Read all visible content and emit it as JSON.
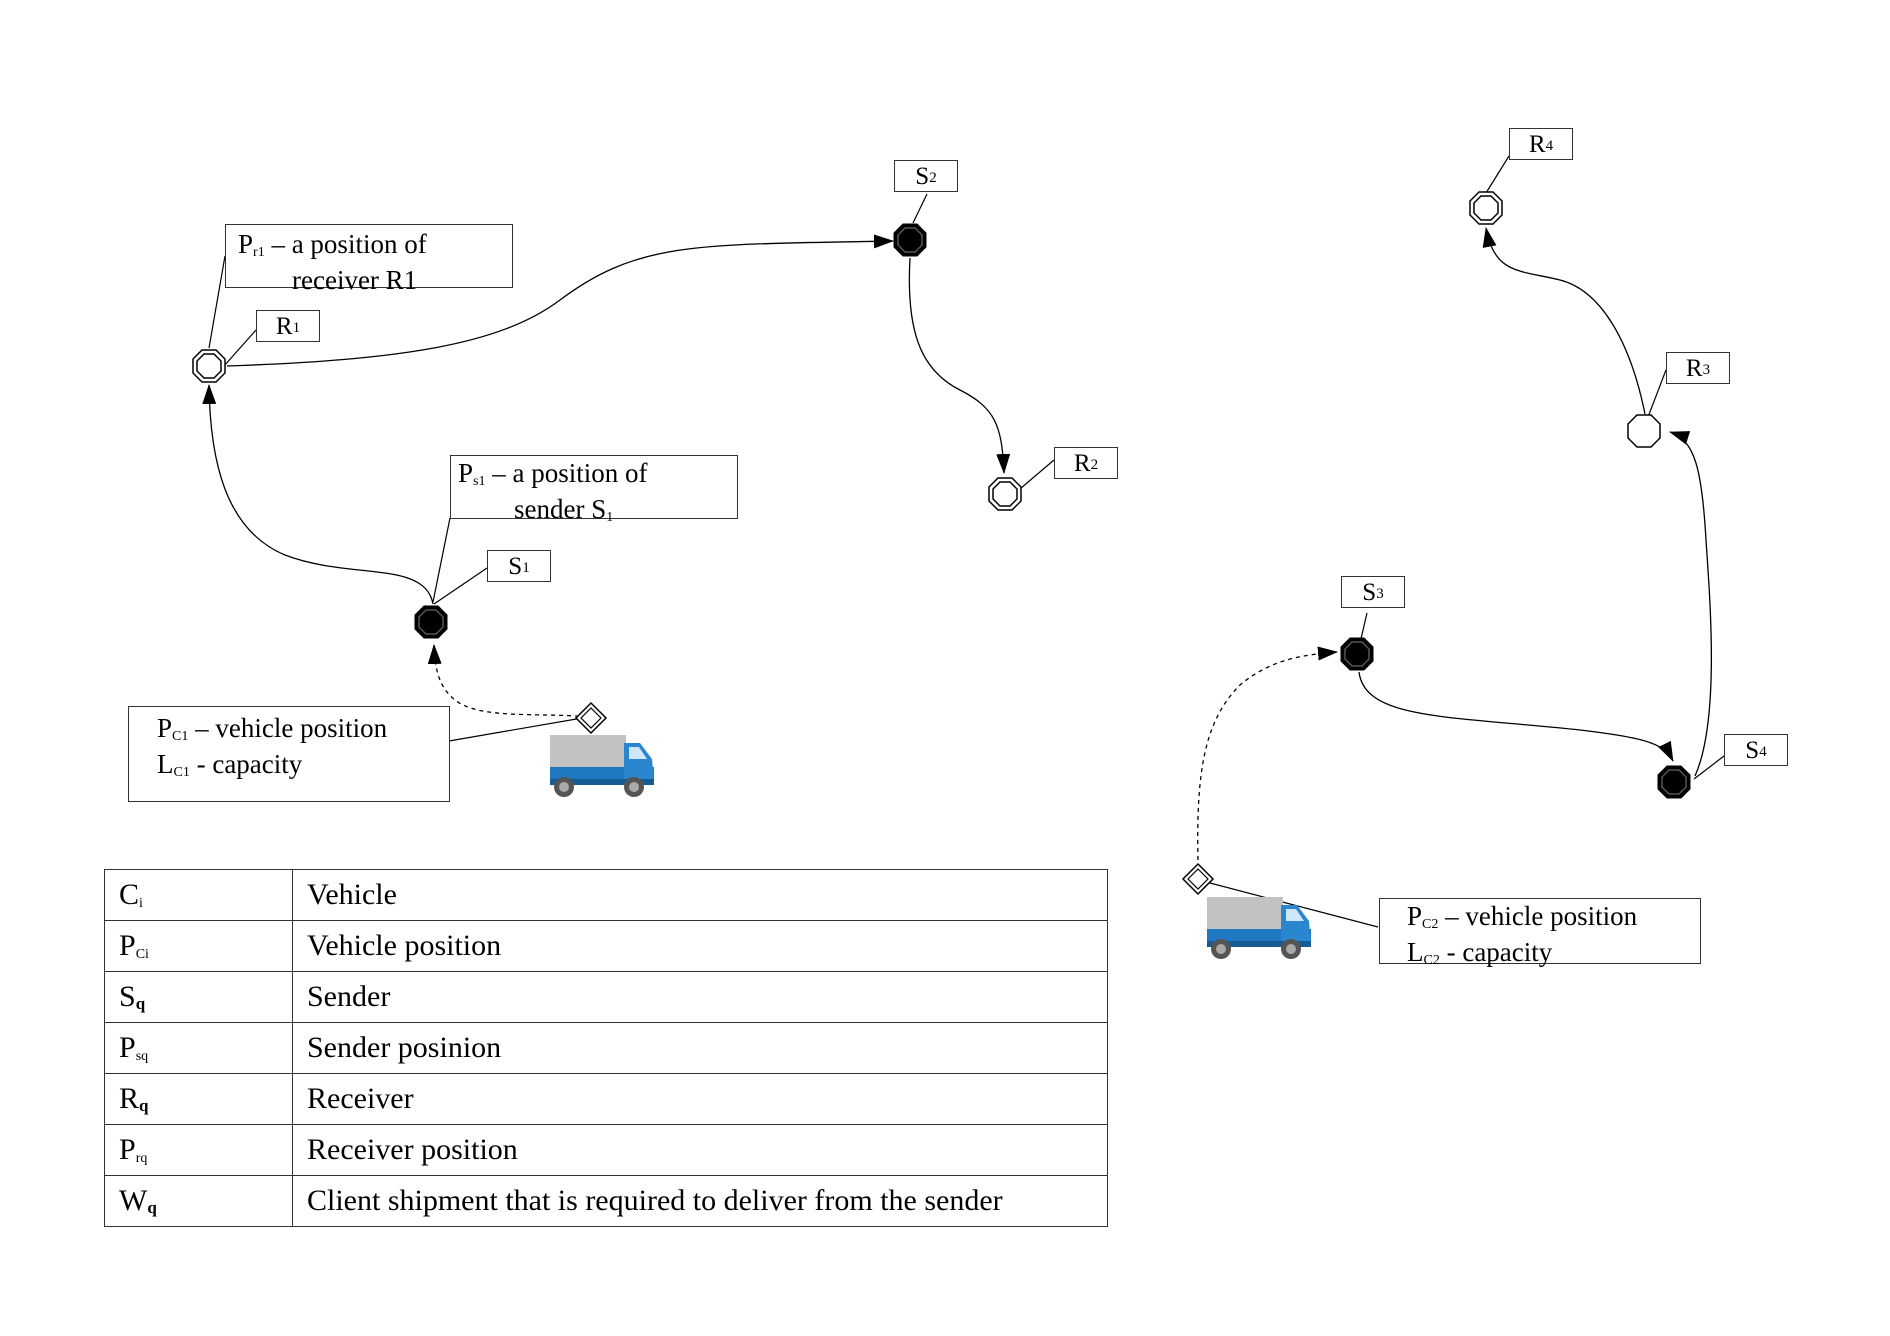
{
  "nodes": {
    "s1": "S",
    "s1_sub": "1",
    "s2": "S",
    "s2_sub": "2",
    "s3": "S",
    "s3_sub": "3",
    "s4": "S",
    "s4_sub": "4",
    "r1": "R",
    "r1_sub": "1",
    "r2": "R",
    "r2_sub": "2",
    "r3": "R",
    "r3_sub": "3",
    "r4": "R",
    "r4_sub": "4"
  },
  "notes": {
    "pr1_line1_pre": "P",
    "pr1_line1_sub": "r1",
    "pr1_line1_post": " – a position of",
    "pr1_line2": "receiver R1",
    "ps1_line1_pre": "P",
    "ps1_line1_sub": "s1",
    "ps1_line1_post": " – a position of",
    "ps1_line2_pre": "sender S",
    "ps1_line2_sub": "1",
    "pc1_line1_pre": "P",
    "pc1_line1_sub": "C1",
    "pc1_line1_post": " – vehicle position",
    "pc1_line2_pre": "L",
    "pc1_line2_sub": "C1",
    "pc1_line2_post": "  - capacity",
    "pc2_line1_pre": "P",
    "pc2_line1_sub": "C2",
    "pc2_line1_post": " – vehicle position",
    "pc2_line2_pre": "L",
    "pc2_line2_sub": "C2",
    "pc2_line2_post": "  - capacity"
  },
  "legend": [
    {
      "symbol": "C",
      "sub": "i",
      "meaning": "Vehicle"
    },
    {
      "symbol": "P",
      "sub": "Ci",
      "meaning": "Vehicle position"
    },
    {
      "symbol": "S",
      "sub": "q",
      "meaning": "Sender"
    },
    {
      "symbol": "P",
      "sub": "sq",
      "meaning": "Sender posinion"
    },
    {
      "symbol": "R",
      "sub": "q",
      "meaning": "Receiver"
    },
    {
      "symbol": "P",
      "sub": "rq",
      "meaning": "Receiver position"
    },
    {
      "symbol": "W",
      "sub": "q",
      "meaning": "Client shipment that is required to deliver from the sender"
    }
  ],
  "colors": {
    "node_fill": "#000000",
    "truck_body": "#1f78c1",
    "truck_cargo": "#c0c0c0"
  }
}
